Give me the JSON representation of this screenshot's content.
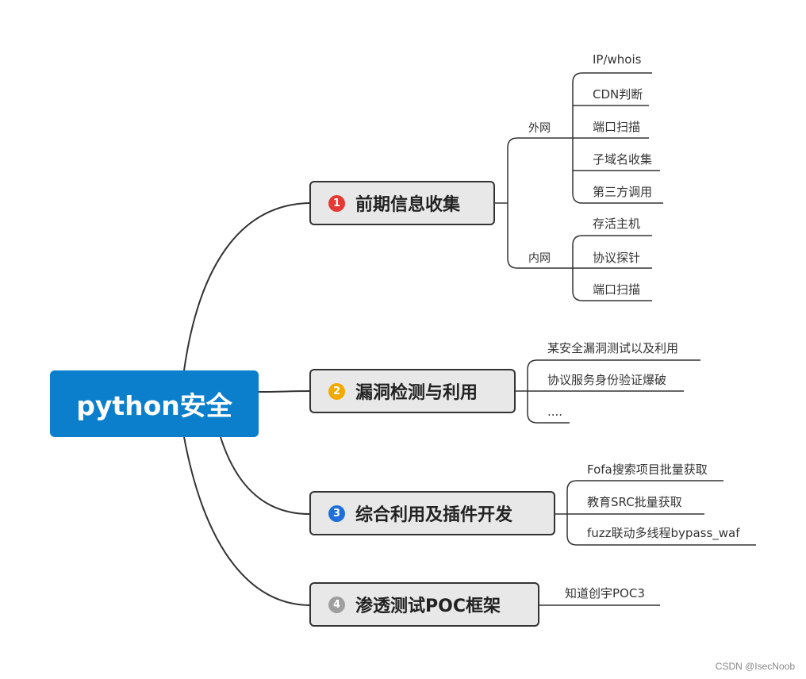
{
  "root": {
    "label": "python安全",
    "color": "#0b7fcb"
  },
  "branches": [
    {
      "num": "1",
      "label": "前期信息收集",
      "badge_color": "#e53935",
      "groups": [
        {
          "label": "外网",
          "leaves": [
            "IP/whois",
            "CDN判断",
            "端口扫描",
            "子域名收集",
            "第三方调用"
          ]
        },
        {
          "label": "内网",
          "leaves": [
            "存活主机",
            "协议探针",
            "端口扫描"
          ]
        }
      ]
    },
    {
      "num": "2",
      "label": "漏洞检测与利用",
      "badge_color": "#f2a900",
      "leaves": [
        "某安全漏洞测试以及利用",
        "协议服务身份验证爆破",
        "...."
      ]
    },
    {
      "num": "3",
      "label": "综合利用及插件开发",
      "badge_color": "#1e6fd9",
      "leaves": [
        "Fofa搜索项目批量获取",
        "教育SRC批量获取",
        "fuzz联动多线程bypass_waf"
      ]
    },
    {
      "num": "4",
      "label": "渗透测试POC框架",
      "badge_color": "#9e9e9e",
      "leaves": [
        "知道创宇POC3"
      ]
    }
  ],
  "footer": "CSDN @IsecNoob"
}
